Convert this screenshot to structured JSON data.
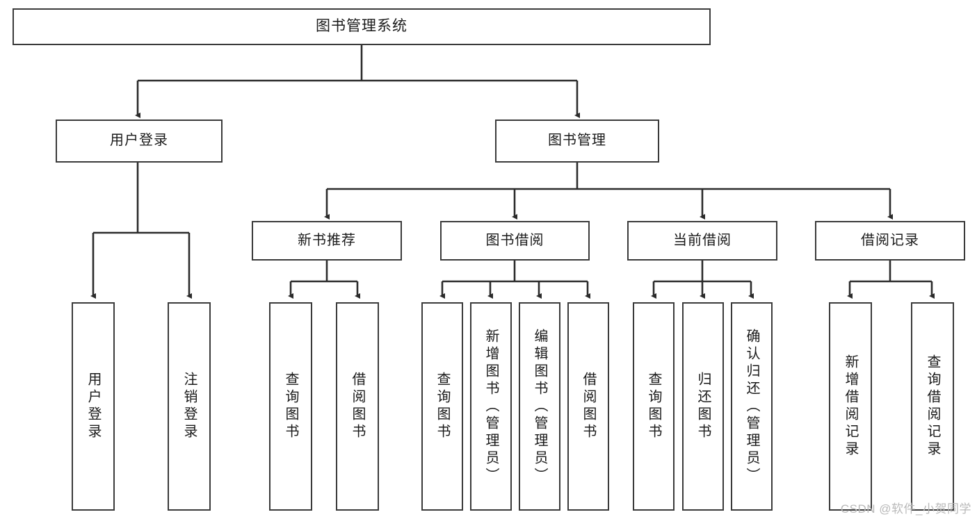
{
  "diagram": {
    "title": "图书管理系统",
    "type": "tree-hierarchy-diagram",
    "colors": {
      "box_border": "#3a3a3a",
      "box_fill": "#ffffff",
      "line": "#2b2b2b",
      "watermark": "#b9b9b9"
    },
    "root": {
      "label": "图书管理系统"
    },
    "level1": [
      {
        "key": "user_login",
        "label": "用户登录"
      },
      {
        "key": "book_manage",
        "label": "图书管理"
      }
    ],
    "level2": [
      {
        "key": "new_book_rec",
        "label": "新书推荐"
      },
      {
        "key": "book_borrow",
        "label": "图书借阅"
      },
      {
        "key": "current_borrow",
        "label": "当前借阅"
      },
      {
        "key": "borrow_record",
        "label": "借阅记录"
      }
    ],
    "leaves": {
      "user_login": [
        {
          "label": "用户登录"
        },
        {
          "label": "注销登录"
        }
      ],
      "new_book_rec": [
        {
          "label": "查询图书"
        },
        {
          "label": "借阅图书"
        }
      ],
      "book_borrow": [
        {
          "label": "查询图书"
        },
        {
          "label": "新增图书（管理员）"
        },
        {
          "label": "编辑图书（管理员）"
        },
        {
          "label": "借阅图书"
        }
      ],
      "current_borrow": [
        {
          "label": "查询图书"
        },
        {
          "label": "归还图书"
        },
        {
          "label": "确认归还（管理员）"
        }
      ],
      "borrow_record": [
        {
          "label": "新增借阅记录"
        },
        {
          "label": "查询借阅记录"
        }
      ]
    },
    "watermark": "CSDN @软件_小贺同学"
  }
}
